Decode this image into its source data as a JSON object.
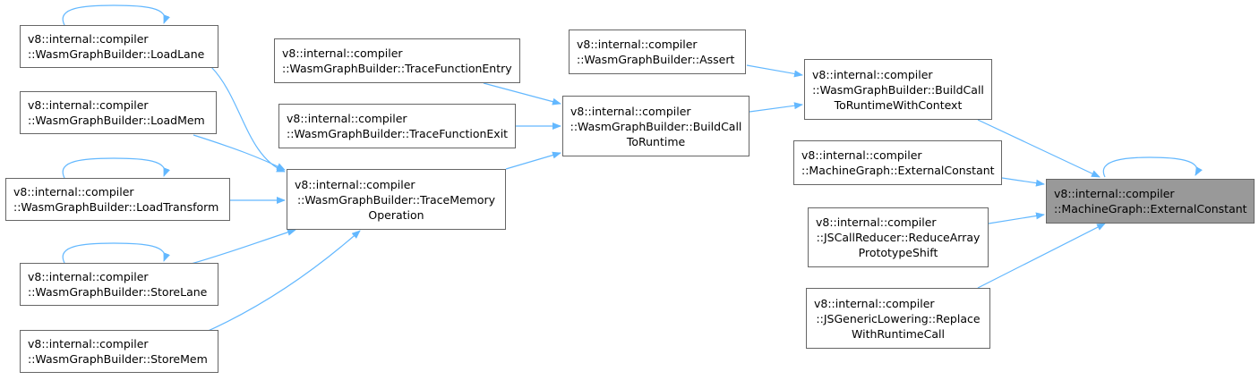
{
  "colors": {
    "edge": "#63b8ff",
    "node_border": "#666666",
    "highlight_fill": "#999999"
  },
  "nodes": {
    "load_lane": [
      "v8::internal::compiler",
      "::WasmGraphBuilder::LoadLane"
    ],
    "load_mem": [
      "v8::internal::compiler",
      "::WasmGraphBuilder::LoadMem"
    ],
    "load_transform": [
      "v8::internal::compiler",
      "::WasmGraphBuilder::LoadTransform"
    ],
    "store_lane": [
      "v8::internal::compiler",
      "::WasmGraphBuilder::StoreLane"
    ],
    "store_mem": [
      "v8::internal::compiler",
      "::WasmGraphBuilder::StoreMem"
    ],
    "trace_function_entry": [
      "v8::internal::compiler",
      "::WasmGraphBuilder::TraceFunctionEntry"
    ],
    "trace_function_exit": [
      "v8::internal::compiler",
      "::WasmGraphBuilder::TraceFunctionExit"
    ],
    "trace_memory_operation": [
      "v8::internal::compiler",
      "::WasmGraphBuilder::TraceMemory",
      "Operation"
    ],
    "assert": [
      "v8::internal::compiler",
      "::WasmGraphBuilder::Assert"
    ],
    "build_call_to_runtime": [
      "v8::internal::compiler",
      "::WasmGraphBuilder::BuildCall",
      "ToRuntime"
    ],
    "build_call_to_runtime_with_context": [
      "v8::internal::compiler",
      "::WasmGraphBuilder::BuildCall",
      "ToRuntimeWithContext"
    ],
    "machine_graph_external_constant_caller": [
      "v8::internal::compiler",
      "::MachineGraph::ExternalConstant"
    ],
    "reduce_array_prototype_shift": [
      "v8::internal::compiler",
      "::JSCallReducer::ReduceArray",
      "PrototypeShift"
    ],
    "replace_with_runtime_call": [
      "v8::internal::compiler",
      "::JSGenericLowering::Replace",
      "WithRuntimeCall"
    ],
    "external_constant": [
      "v8::internal::compiler",
      "::MachineGraph::ExternalConstant"
    ]
  }
}
